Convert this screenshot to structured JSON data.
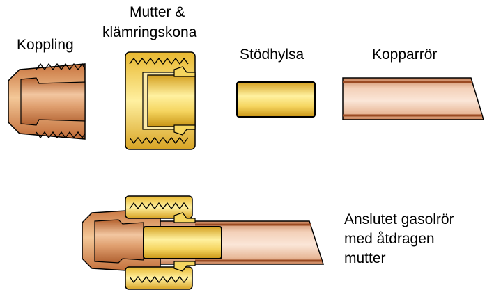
{
  "labels": {
    "coupling": "Koppling",
    "nut_line1": "Mutter &",
    "nut_line2": "klämringskona",
    "sleeve": "Stödhylsa",
    "pipe": "Kopparrör",
    "assembled_line1": "Anslutet gasolrör",
    "assembled_line2": "med åtdragen",
    "assembled_line3": "mutter"
  },
  "colors": {
    "copper": "#d9905a",
    "copper_light": "#f0c49a",
    "copper_dark": "#9a4a22",
    "brass": "#f3d25a",
    "brass_light": "#fff4b0",
    "brass_dark": "#b88a10",
    "outline": "#000000"
  }
}
